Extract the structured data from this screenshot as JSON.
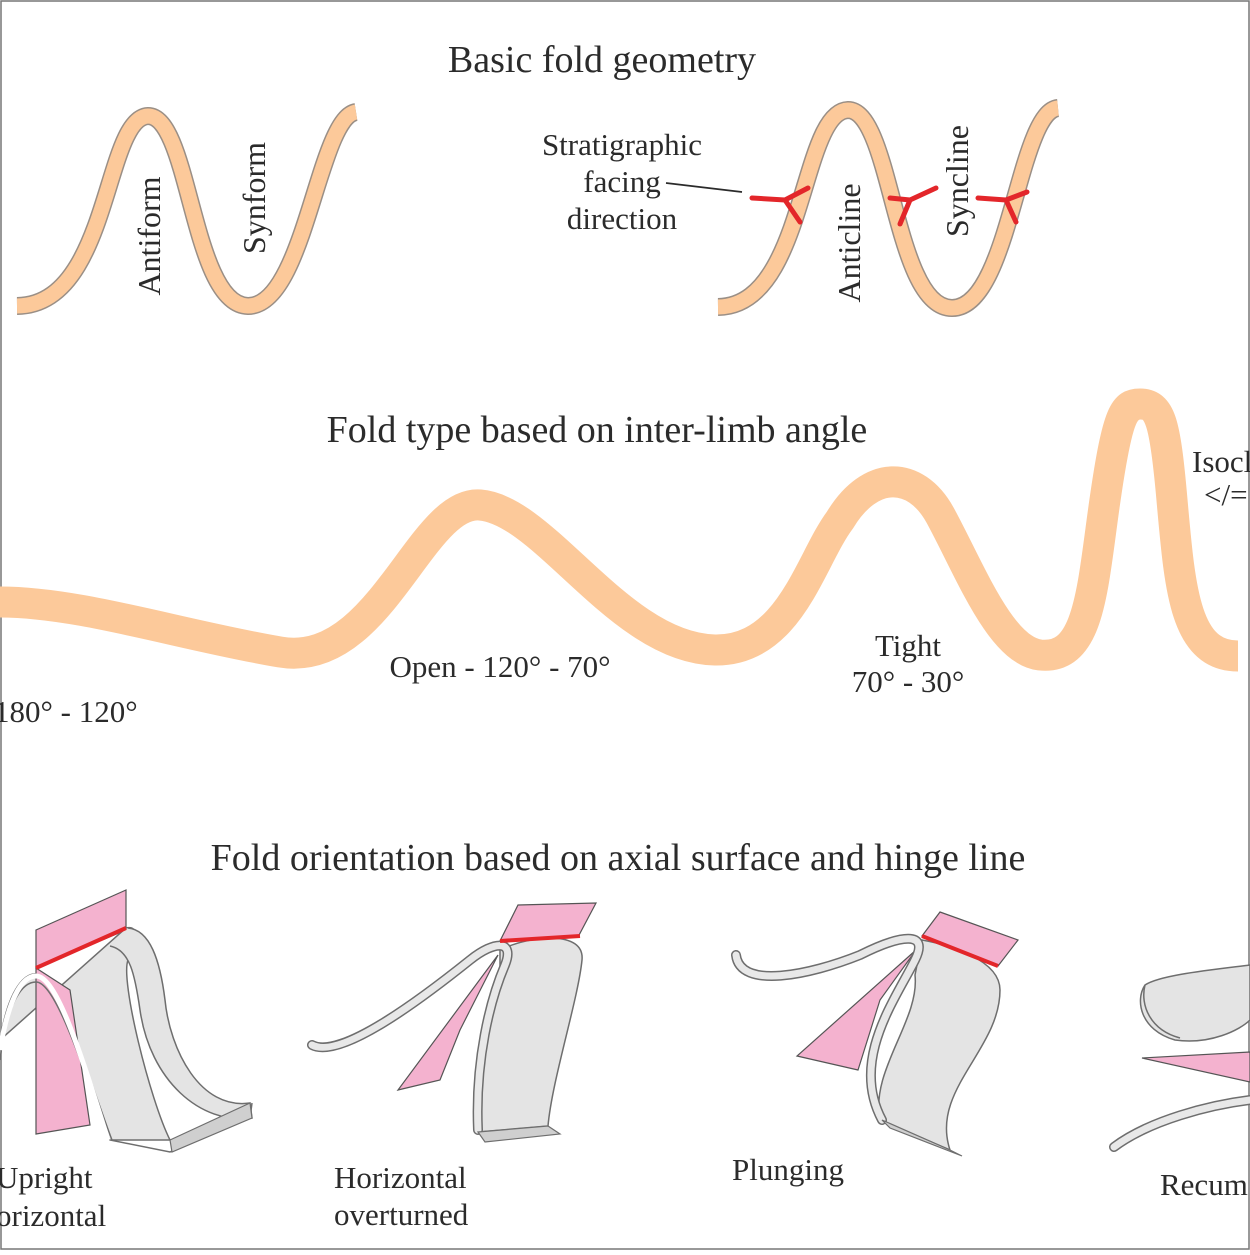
{
  "sections": {
    "basic": {
      "title": "Basic fold geometry",
      "antiform": "Antiform",
      "synform": "Synform",
      "anticline": "Anticline",
      "syncline": "Syncline",
      "facing_lines": [
        "Stratigraphic",
        "facing",
        "direction"
      ]
    },
    "interlimb": {
      "title": "Fold type based on inter-limb angle",
      "gentle_range": "180° - 120°",
      "open_label": "Open - 120° - 70°",
      "tight_label": "Tight",
      "tight_range": "70° - 30°",
      "isoclinal_label": "Isocl",
      "isoclinal_range": "</="
    },
    "orientation": {
      "title": "Fold orientation based on axial surface and hinge line",
      "upright": [
        "Upright",
        "orizontal"
      ],
      "horizontal_overturned": [
        "Horizontal",
        "overturned"
      ],
      "plunging": "Plunging",
      "recumbent": "Recum"
    }
  },
  "colors": {
    "layer": "#fcc99a",
    "layer_edge": "#9a8f86",
    "facing": "#e3262a",
    "axial_plane": "#f4b2cf",
    "fold_surface": "#e4e4e4",
    "fold_edge": "#6e6e6e",
    "text": "#2b2b2b"
  }
}
